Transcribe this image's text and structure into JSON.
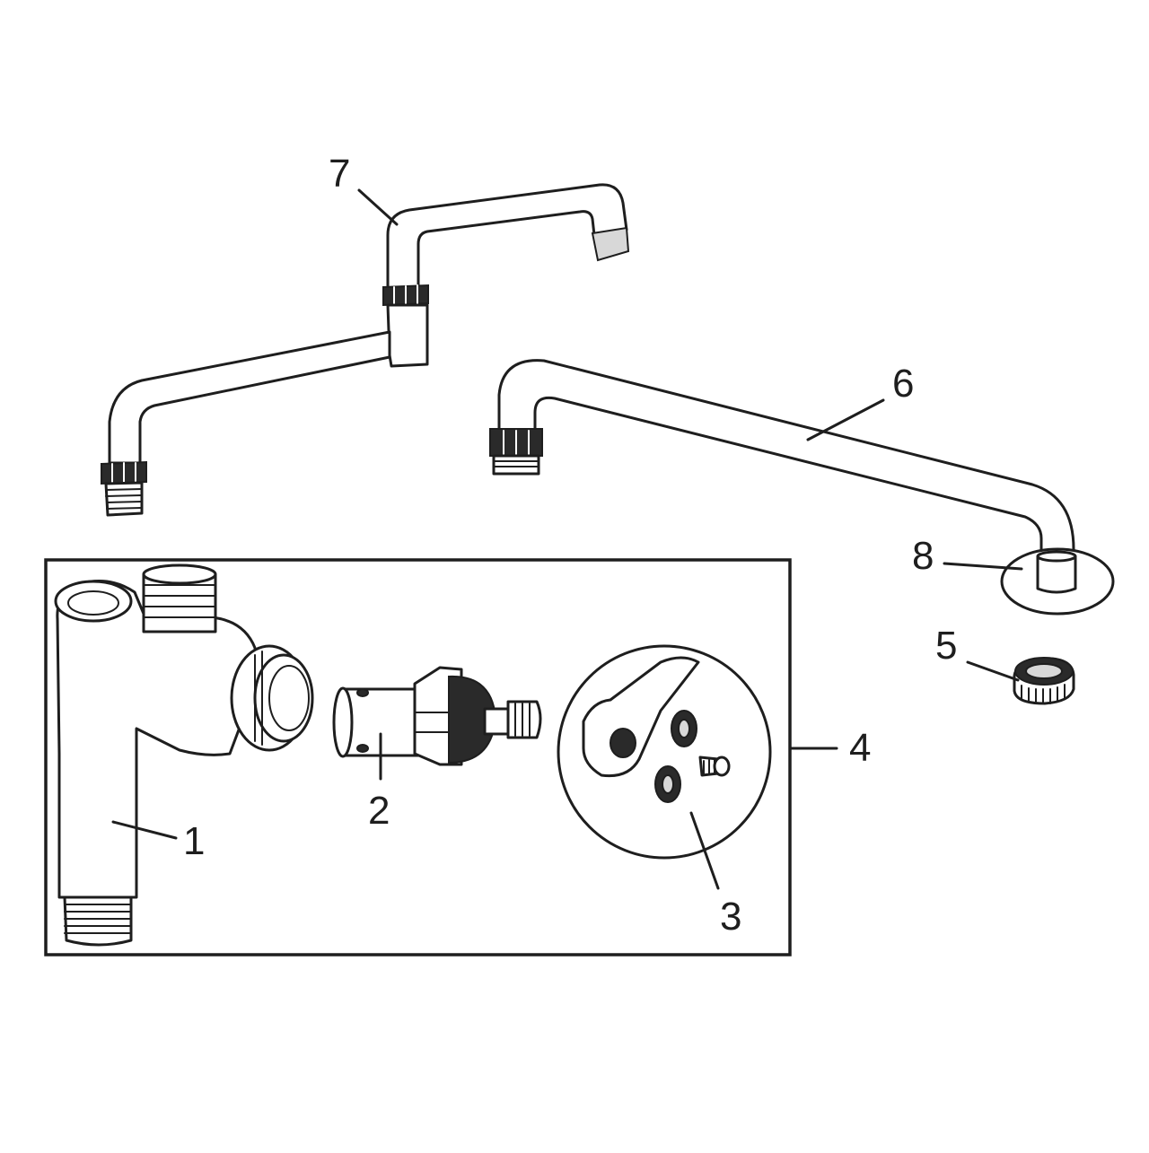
{
  "diagram": {
    "colors": {
      "ink": "#1e1e1e",
      "paper": "#ffffff",
      "shade": "#d8d8d8"
    },
    "parts": [
      {
        "number": "1",
        "component": "faucet-body"
      },
      {
        "number": "2",
        "component": "valve-cartridge"
      },
      {
        "number": "3",
        "component": "lever-handle-kit"
      },
      {
        "number": "4",
        "component": "valve-assembly-group"
      },
      {
        "number": "5",
        "component": "aerator"
      },
      {
        "number": "6",
        "component": "straight-swing-spout"
      },
      {
        "number": "7",
        "component": "double-jointed-swing-spout"
      },
      {
        "number": "8",
        "component": "spout-flange"
      }
    ]
  }
}
